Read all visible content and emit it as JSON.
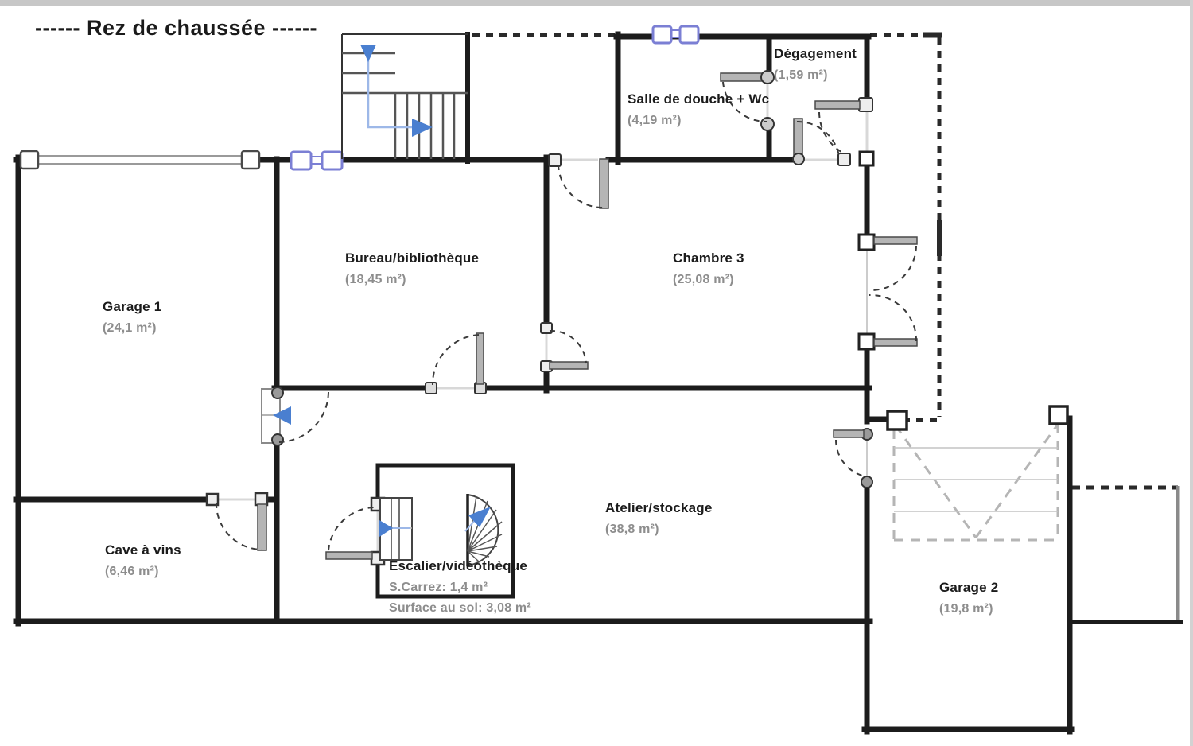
{
  "title": "------  Rez de chaussée  ------",
  "rooms": [
    {
      "id": "garage-1",
      "name": "Garage 1",
      "area": "(24,1 m²)"
    },
    {
      "id": "bureau-bibliotheque",
      "name": "Bureau/bibliothèque",
      "area": "(18,45 m²)"
    },
    {
      "id": "chambre-3",
      "name": "Chambre 3",
      "area": "(25,08 m²)"
    },
    {
      "id": "salle-de-douche-wc",
      "name": "Salle de douche + Wc",
      "area": "(4,19 m²)"
    },
    {
      "id": "degagement",
      "name": "Dégagement",
      "area": "(1,59 m²)"
    },
    {
      "id": "cave-a-vins",
      "name": "Cave à vins",
      "area": "(6,46 m²)"
    },
    {
      "id": "atelier-stockage",
      "name": "Atelier/stockage",
      "area": "(38,8 m²)"
    },
    {
      "id": "escalier-videotheque",
      "name": "Escalier/vidéothèque",
      "carrez": "S.Carrez: 1,4 m²",
      "surface_sol": "Surface au sol: 3,08 m²"
    },
    {
      "id": "garage-2",
      "name": "Garage 2",
      "area": "(19,8 m²)"
    }
  ],
  "colors": {
    "wall": "#1c1c1c",
    "window_frame": "#9a9a9a",
    "blue_window": "#7b7fd4",
    "blue_arrow": "#4a7fd0",
    "blue_arrow_stem": "#9db8e8",
    "room_name_text": "#1b1b1b",
    "area_text": "#8d8d8d",
    "door_leaf": "#b5b5b5",
    "door_arc": "#3a3a3a",
    "dashed_boundary": "#2a2a2a",
    "garage_door_dash": "#b5b5b5"
  }
}
